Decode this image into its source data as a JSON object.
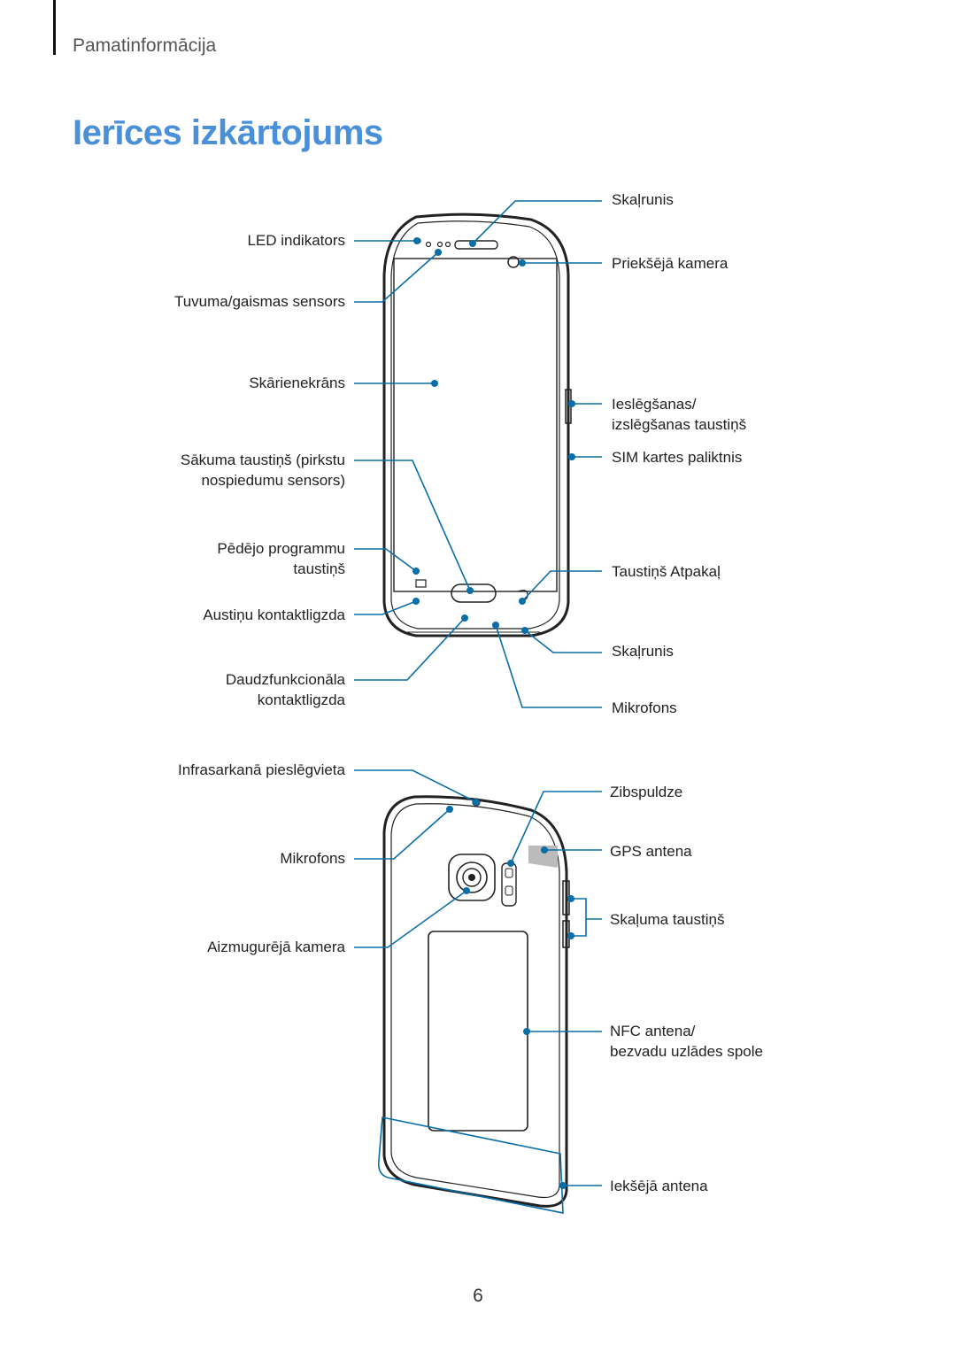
{
  "header": {
    "section": "Pamatinformācija"
  },
  "title": "Ierīces izkārtojums",
  "front_labels": {
    "led": "LED indikators",
    "proximity": "Tuvuma/gaismas sensors",
    "touchscreen": "Skārienekrāns",
    "home_key_1": "Sākuma taustiņš (pirkstu",
    "home_key_2": "nospiedumu sensors)",
    "recent_1": "Pēdējo programmu",
    "recent_2": "taustiņš",
    "earphone": "Austiņu kontaktligzda",
    "multipurpose_1": "Daudzfunkcionāla",
    "multipurpose_2": "kontaktligzda",
    "speaker_top": "Skaļrunis",
    "front_camera": "Priekšējā kamera",
    "power_1": "Ieslēgšanas/",
    "power_2": "izslēgšanas taustiņš",
    "sim_tray": "SIM kartes paliktnis",
    "back_key": "Taustiņš Atpakaļ",
    "speaker_bottom": "Skaļrunis",
    "microphone_bottom": "Mikrofons"
  },
  "back_labels": {
    "ir": "Infrasarkanā pieslēgvieta",
    "microphone_top": "Mikrofons",
    "rear_camera": "Aizmugurējā kamera",
    "flash": "Zibspuldze",
    "gps": "GPS antena",
    "volume": "Skaļuma taustiņš",
    "nfc_1": "NFC antena/",
    "nfc_2": "bezvadu uzlādes spole",
    "internal_antenna": "Iekšējā antena"
  },
  "page_number": "6",
  "colors": {
    "accent": "#4a90d9",
    "callout": "#0a6ea8",
    "ink": "#222222"
  }
}
